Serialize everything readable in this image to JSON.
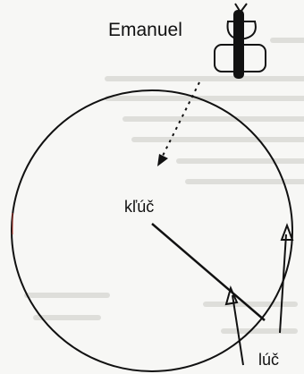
{
  "labels": {
    "emanuel": "Emanuel",
    "kluc": "kľúč",
    "luc": "lúč"
  },
  "icons": {
    "figure": "bell-shaped-figure-icon"
  },
  "colors": {
    "ink": "#111111",
    "paper": "#f7f7f5",
    "bleed_text": "#c9c9c6"
  }
}
